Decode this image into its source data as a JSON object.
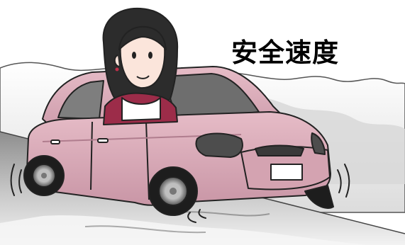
{
  "caption": "安全速度",
  "colors": {
    "car_body": "#d9a9b6",
    "car_shadow": "#b98797",
    "sweater": "#9c2c49",
    "skin": "#fbe5db",
    "hair": "#2c2c2c",
    "road": "#b3b3b3",
    "snow": "#e4e4e4"
  },
  "icons": [
    "woman-driver",
    "pink-compact-car",
    "snowy-road",
    "snow-bank",
    "wheel-motion-lines"
  ]
}
